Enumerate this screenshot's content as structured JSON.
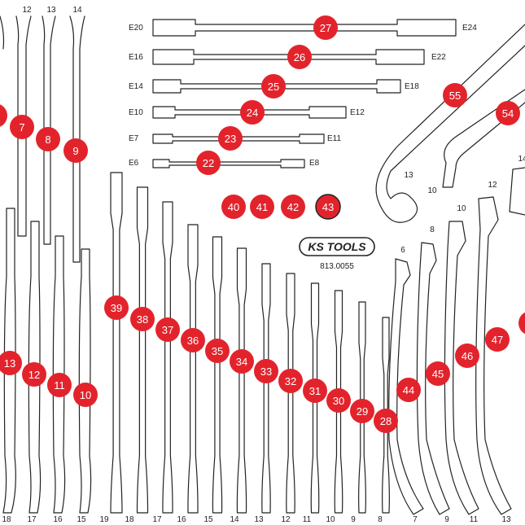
{
  "colors": {
    "marker": "#e3232c",
    "outline": "#222222",
    "marker_text": "#ffffff"
  },
  "logo": {
    "brand": "KS TOOLS",
    "article": "813.0055"
  },
  "double_end_wrenches": [
    {
      "marker": "27",
      "left_size": "E20",
      "right_size": "E24"
    },
    {
      "marker": "26",
      "left_size": "E16",
      "right_size": "E22"
    },
    {
      "marker": "25",
      "left_size": "E14",
      "right_size": "E18"
    },
    {
      "marker": "24",
      "left_size": "E10",
      "right_size": "E12"
    },
    {
      "marker": "23",
      "left_size": "E7",
      "right_size": "E11"
    },
    {
      "marker": "22",
      "left_size": "E6",
      "right_size": "E8"
    }
  ],
  "socket_markers": [
    "40",
    "41",
    "42",
    "43"
  ],
  "top_left_sizes": [
    "12",
    "13",
    "14"
  ],
  "top_left_markers": [
    "7",
    "8",
    "9"
  ],
  "left_group": {
    "markers": [
      "13",
      "12",
      "11",
      "10"
    ],
    "bottom_sizes": [
      "18",
      "17",
      "16",
      "15"
    ]
  },
  "center_group": {
    "markers": [
      "39",
      "38",
      "37",
      "36",
      "35",
      "34",
      "33",
      "32",
      "31",
      "30",
      "29",
      "28"
    ],
    "bottom_sizes": [
      "19",
      "18",
      "17",
      "16",
      "15",
      "14",
      "13",
      "12",
      "11",
      "10",
      "9",
      "8"
    ]
  },
  "right_group": {
    "markers": [
      "44",
      "45",
      "46",
      "47"
    ],
    "top_sizes": [
      "6",
      "8",
      "10",
      "12"
    ],
    "bottom_sizes": [
      "7",
      "9",
      "11",
      "13"
    ]
  },
  "right_top": {
    "markers": [
      "55",
      "54"
    ],
    "sizes": [
      "13",
      "10",
      "14"
    ]
  }
}
